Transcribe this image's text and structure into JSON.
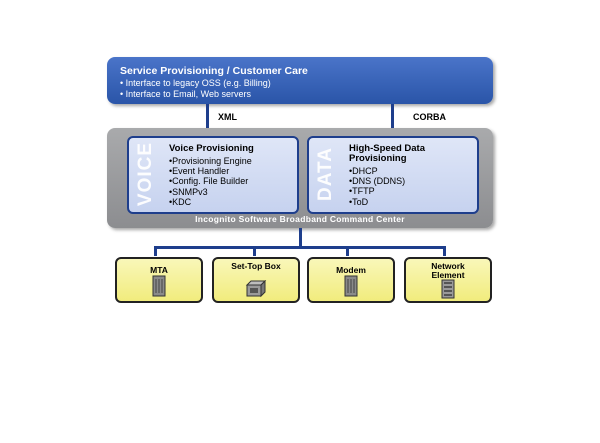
{
  "top": {
    "title": "Service Provisioning / Customer Care",
    "bullets": [
      "• Interface to legacy OSS (e.g. Billing)",
      "• Interface to Email, Web servers"
    ]
  },
  "connectors": {
    "left_label": "XML",
    "right_label": "CORBA"
  },
  "center": {
    "footer": "Incognito Software Broadband Command Center",
    "voice": {
      "vertical_word": "VOICE",
      "title": "Voice Provisioning",
      "items": [
        "Provisioning Engine",
        "Event Handler",
        "Config. File Builder",
        "SNMPv3",
        "KDC"
      ]
    },
    "data": {
      "vertical_word": "DATA",
      "title_line1": "High-Speed Data",
      "title_line2": "Provisioning",
      "items": [
        "DHCP",
        "DNS (DDNS)",
        "TFTP",
        "ToD"
      ]
    }
  },
  "devices": [
    {
      "label": "MTA",
      "icon": "mta-tower-icon"
    },
    {
      "label": "Set-Top Box",
      "icon": "set-top-box-icon"
    },
    {
      "label": "Modem",
      "icon": "modem-icon"
    },
    {
      "label": "Network Element",
      "icon": "network-element-icon"
    }
  ],
  "colors": {
    "top_box": "#2f5bb0",
    "panel_border": "#1e3e8c",
    "center_box": "#9a9b9e",
    "device_fill": "#f3ee85"
  }
}
